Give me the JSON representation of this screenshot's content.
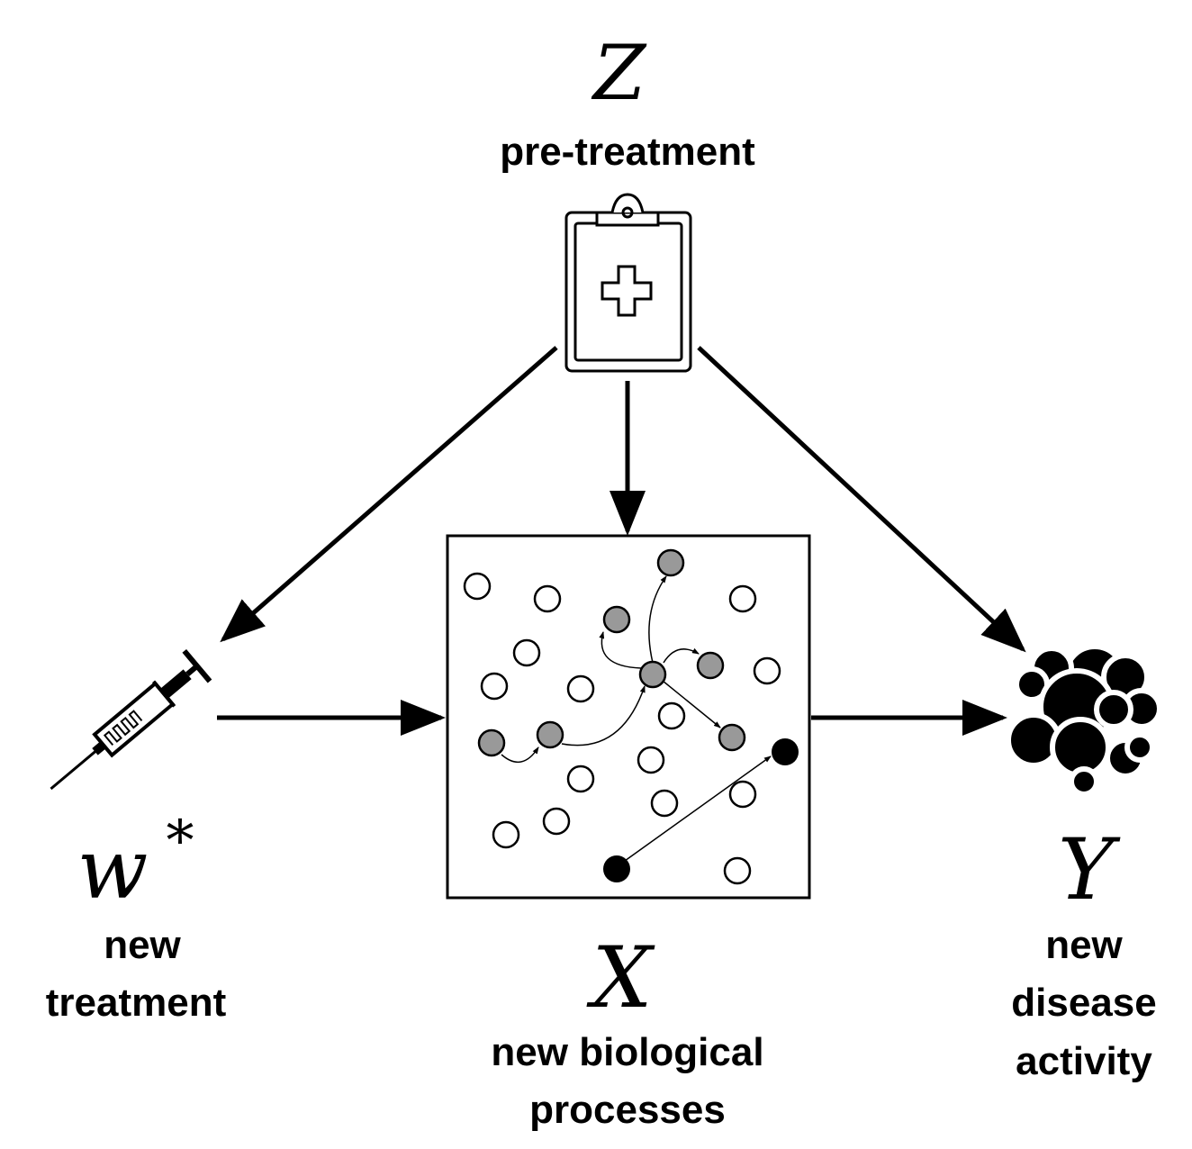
{
  "nodes": {
    "z": {
      "symbol": "Z",
      "label": "pre-treatment",
      "icon": "clipboard-medical-icon"
    },
    "w": {
      "symbol_base": "w",
      "symbol_sup": "*",
      "label_line1": "new",
      "label_line2": "treatment",
      "icon": "syringe-icon"
    },
    "x": {
      "symbol": "X",
      "label_line1": "new biological",
      "label_line2": "processes",
      "icon": "network-box"
    },
    "y": {
      "symbol": "Y",
      "label_line1": "new",
      "label_line2": "disease",
      "label_line3": "activity",
      "icon": "cell-cluster-icon"
    }
  },
  "colors": {
    "ink": "#000000",
    "active_node": "#999999",
    "inactive_node": "#ffffff",
    "target_node": "#000000"
  }
}
